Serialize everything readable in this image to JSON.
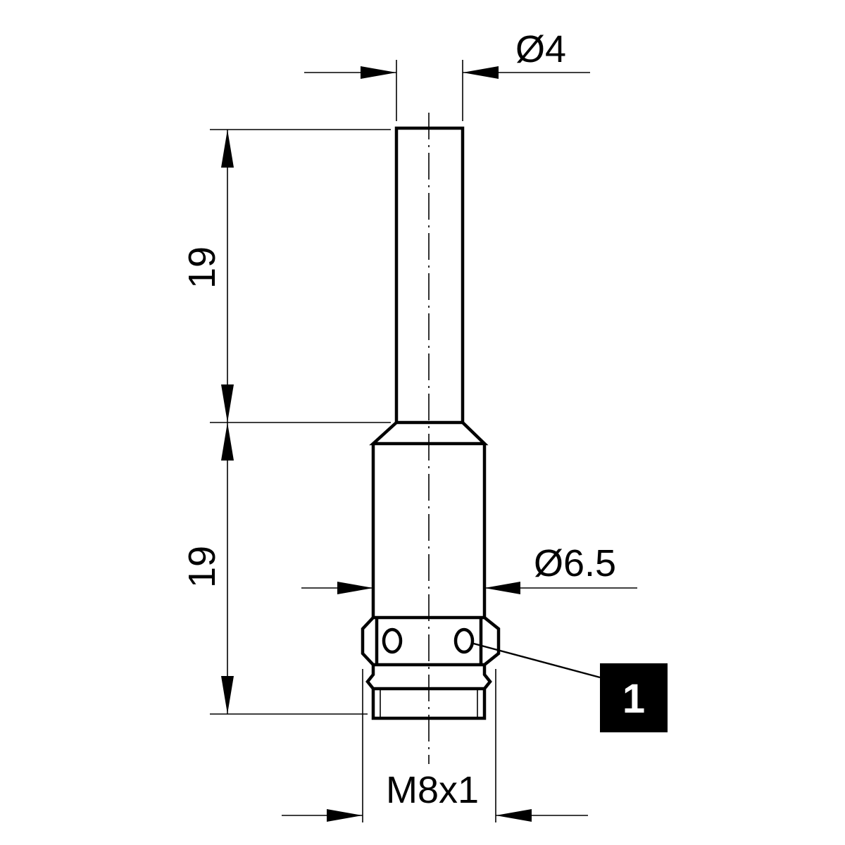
{
  "dimensions": {
    "pin_diameter": "Ø4",
    "pin_length": "19",
    "body_length": "19",
    "body_diameter": "Ø6.5",
    "thread": "M8x1"
  },
  "callout": {
    "label": "1"
  },
  "colors": {
    "line": "#000000",
    "background": "#ffffff",
    "callout_fill": "#000000",
    "callout_text": "#ffffff"
  }
}
